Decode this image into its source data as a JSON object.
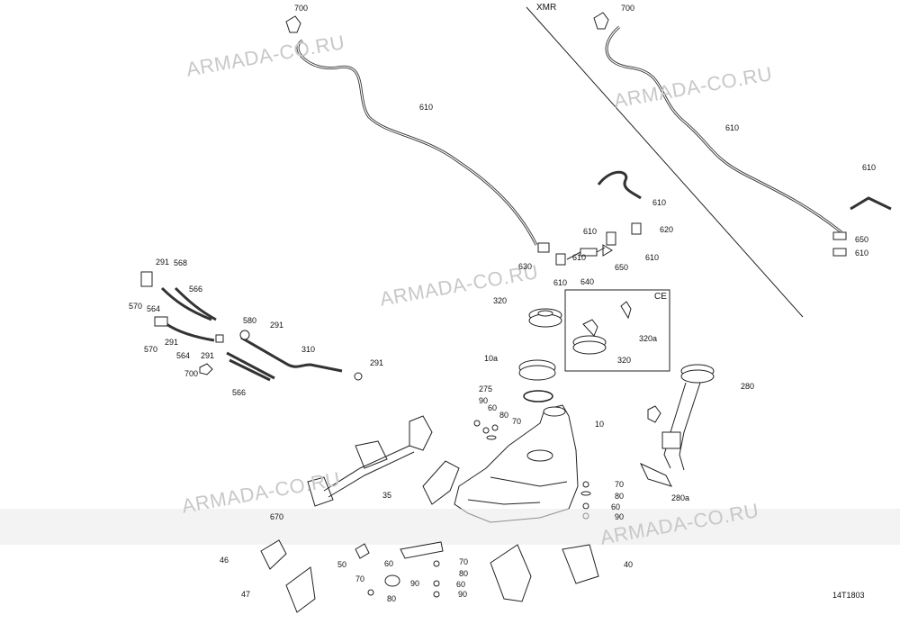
{
  "watermark": "ARMADA-CO.RU",
  "variant_label": "XMR",
  "ce_label": "CE",
  "figure_id": "14T1803",
  "callouts": {
    "c700a": "700",
    "c700b": "700",
    "c610a": "610",
    "c610b": "610",
    "c610c": "610",
    "c610d": "610",
    "c610e": "610",
    "c610f": "610",
    "c610g": "610",
    "c610h": "610",
    "c610i": "610",
    "c620": "620",
    "c630": "630",
    "c640": "640",
    "c650a": "650",
    "c650b": "650",
    "c291a": "291",
    "c568": "568",
    "c566a": "566",
    "c570a": "570",
    "c564a": "564",
    "c580": "580",
    "c291b": "291",
    "c570b": "570",
    "c291c": "291",
    "c564b": "564",
    "c700c": "700",
    "c310": "310",
    "c291d": "291",
    "c566b": "566",
    "c320a": "320",
    "c320b": "320",
    "c320a2": "320a",
    "c10a": "10a",
    "c275": "275",
    "c90a": "90",
    "c60a": "60",
    "c80a": "80",
    "c70a": "70",
    "c10": "10",
    "c280": "280",
    "c280a": "280a",
    "c70b": "70",
    "c80b": "80",
    "c60b": "60",
    "c90b": "90",
    "c35": "35",
    "c670": "670",
    "c46": "46",
    "c47": "47",
    "c50": "50",
    "c70c": "70",
    "c60c": "60",
    "c80c": "80",
    "c90c": "90",
    "c70d": "70",
    "c80d": "80",
    "c60d": "60",
    "c90d": "90",
    "c40": "40"
  }
}
